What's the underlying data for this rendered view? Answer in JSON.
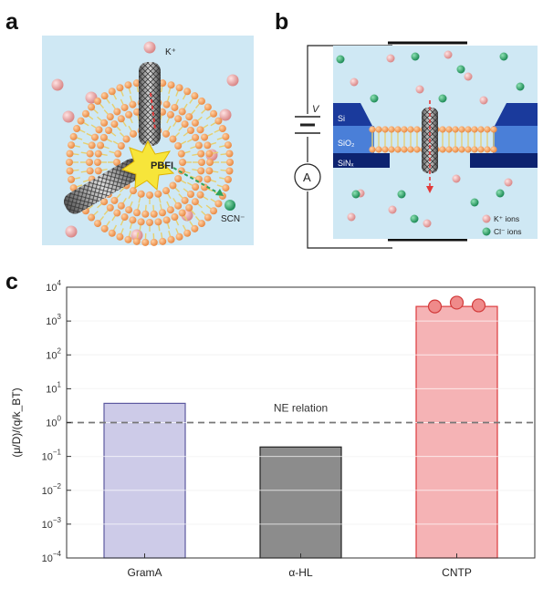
{
  "panels": {
    "a": {
      "letter": "a",
      "k_ion_label": "K⁺",
      "dye_label": "PBFI",
      "anion_label": "SCN⁻",
      "colors": {
        "background": "#cfe8f4",
        "k_ion": "#f2a3a3",
        "anion": "#2fa35a",
        "lipid_head": "#f5a76a",
        "lipid_tail": "#e6d070",
        "star": "#f7e53a"
      }
    },
    "b": {
      "letter": "b",
      "voltage_label": "V",
      "ammeter_label": "A",
      "layer_labels": [
        "Si",
        "SiO₂",
        "SiNₓ"
      ],
      "legend": [
        {
          "label": "K⁺ ions",
          "color": "#f2a3a3"
        },
        {
          "label": "Cl⁻ ions",
          "color": "#2fb07a"
        }
      ],
      "colors": {
        "background": "#cfe8f4",
        "si": "#1a3a9c",
        "sio2": "#4a7fd8",
        "sinx": "#0d2370"
      }
    },
    "c": {
      "letter": "c"
    }
  },
  "chart_data": {
    "type": "bar",
    "categories": [
      "GramA",
      "α-HL",
      "CNTP"
    ],
    "values": [
      3.7,
      0.19,
      2700
    ],
    "points": {
      "category": "CNTP",
      "values": [
        2700,
        3500,
        2900
      ]
    },
    "ylabel": "(μ/D)/(q/k_BT)",
    "yscale": "log",
    "ylim": [
      0.0001,
      10000
    ],
    "ytick_exponents": [
      4,
      3,
      2,
      1,
      0,
      -1,
      -2,
      -3,
      -4
    ],
    "reference_line": {
      "value": 1,
      "label": "NE relation",
      "style": "dashed"
    },
    "grid": true,
    "colors": {
      "GramA": "#cdcbe8",
      "α-HL": "#8c8c8c",
      "CNTP": "#f5b3b5"
    },
    "edge_colors": {
      "GramA": "#5d5aa0",
      "α-HL": "#222222",
      "CNTP": "#dd3b3e"
    }
  }
}
